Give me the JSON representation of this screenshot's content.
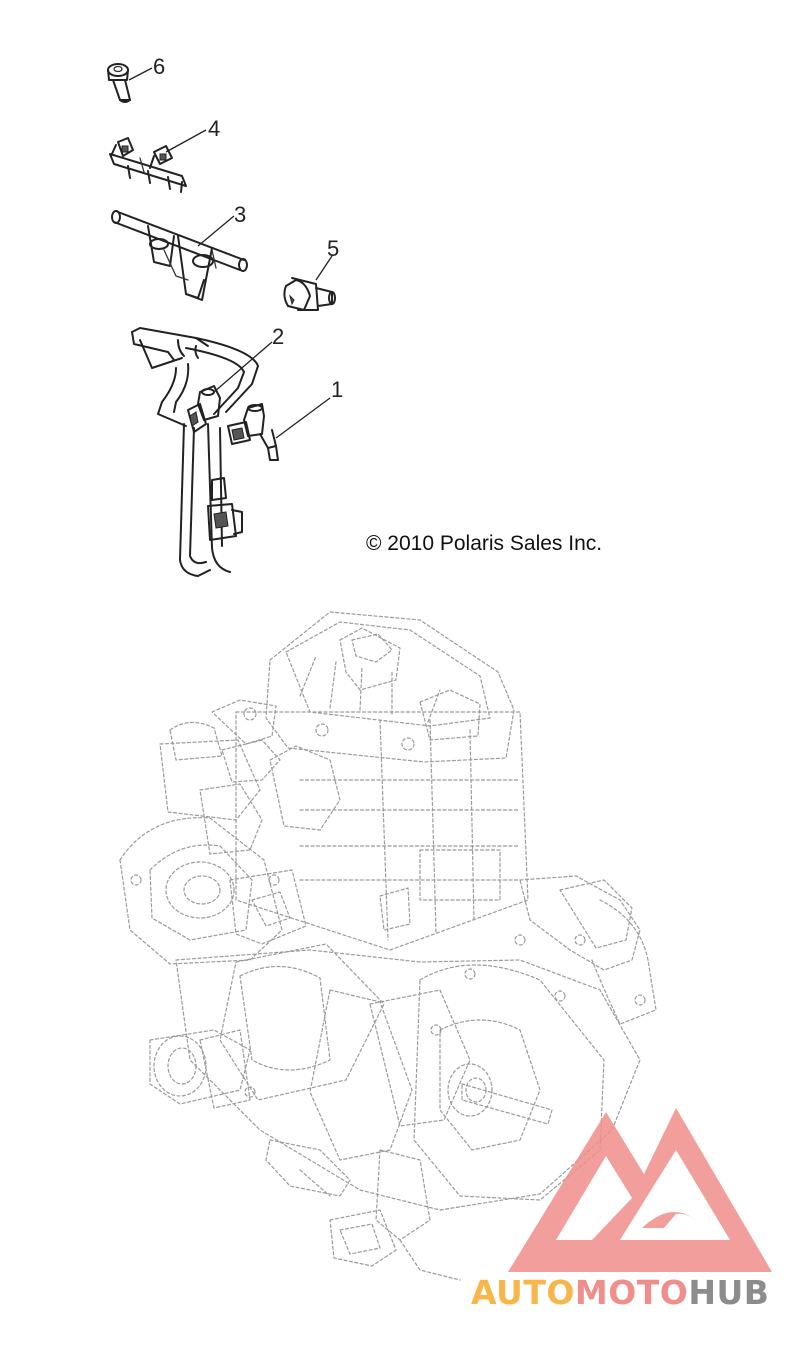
{
  "copyright": "© 2010 Polaris Sales Inc.",
  "callouts": [
    {
      "id": "1",
      "label": "1"
    },
    {
      "id": "2",
      "label": "2"
    },
    {
      "id": "3",
      "label": "3"
    },
    {
      "id": "4",
      "label": "4"
    },
    {
      "id": "5",
      "label": "5"
    },
    {
      "id": "6",
      "label": "6"
    }
  ],
  "parts": [
    "fuel-injector",
    "fuel-hose",
    "fuel-rail",
    "fuel-rail-clip",
    "pressure-regulator",
    "bolt"
  ],
  "watermark": {
    "part1": "AUTO",
    "part2": "MOTO",
    "part3": "HUB",
    "colors": {
      "auto": "#F7B54A",
      "moto": "#F08E8B",
      "hub": "#8C8C8C",
      "logo": "#F08E8B"
    }
  }
}
